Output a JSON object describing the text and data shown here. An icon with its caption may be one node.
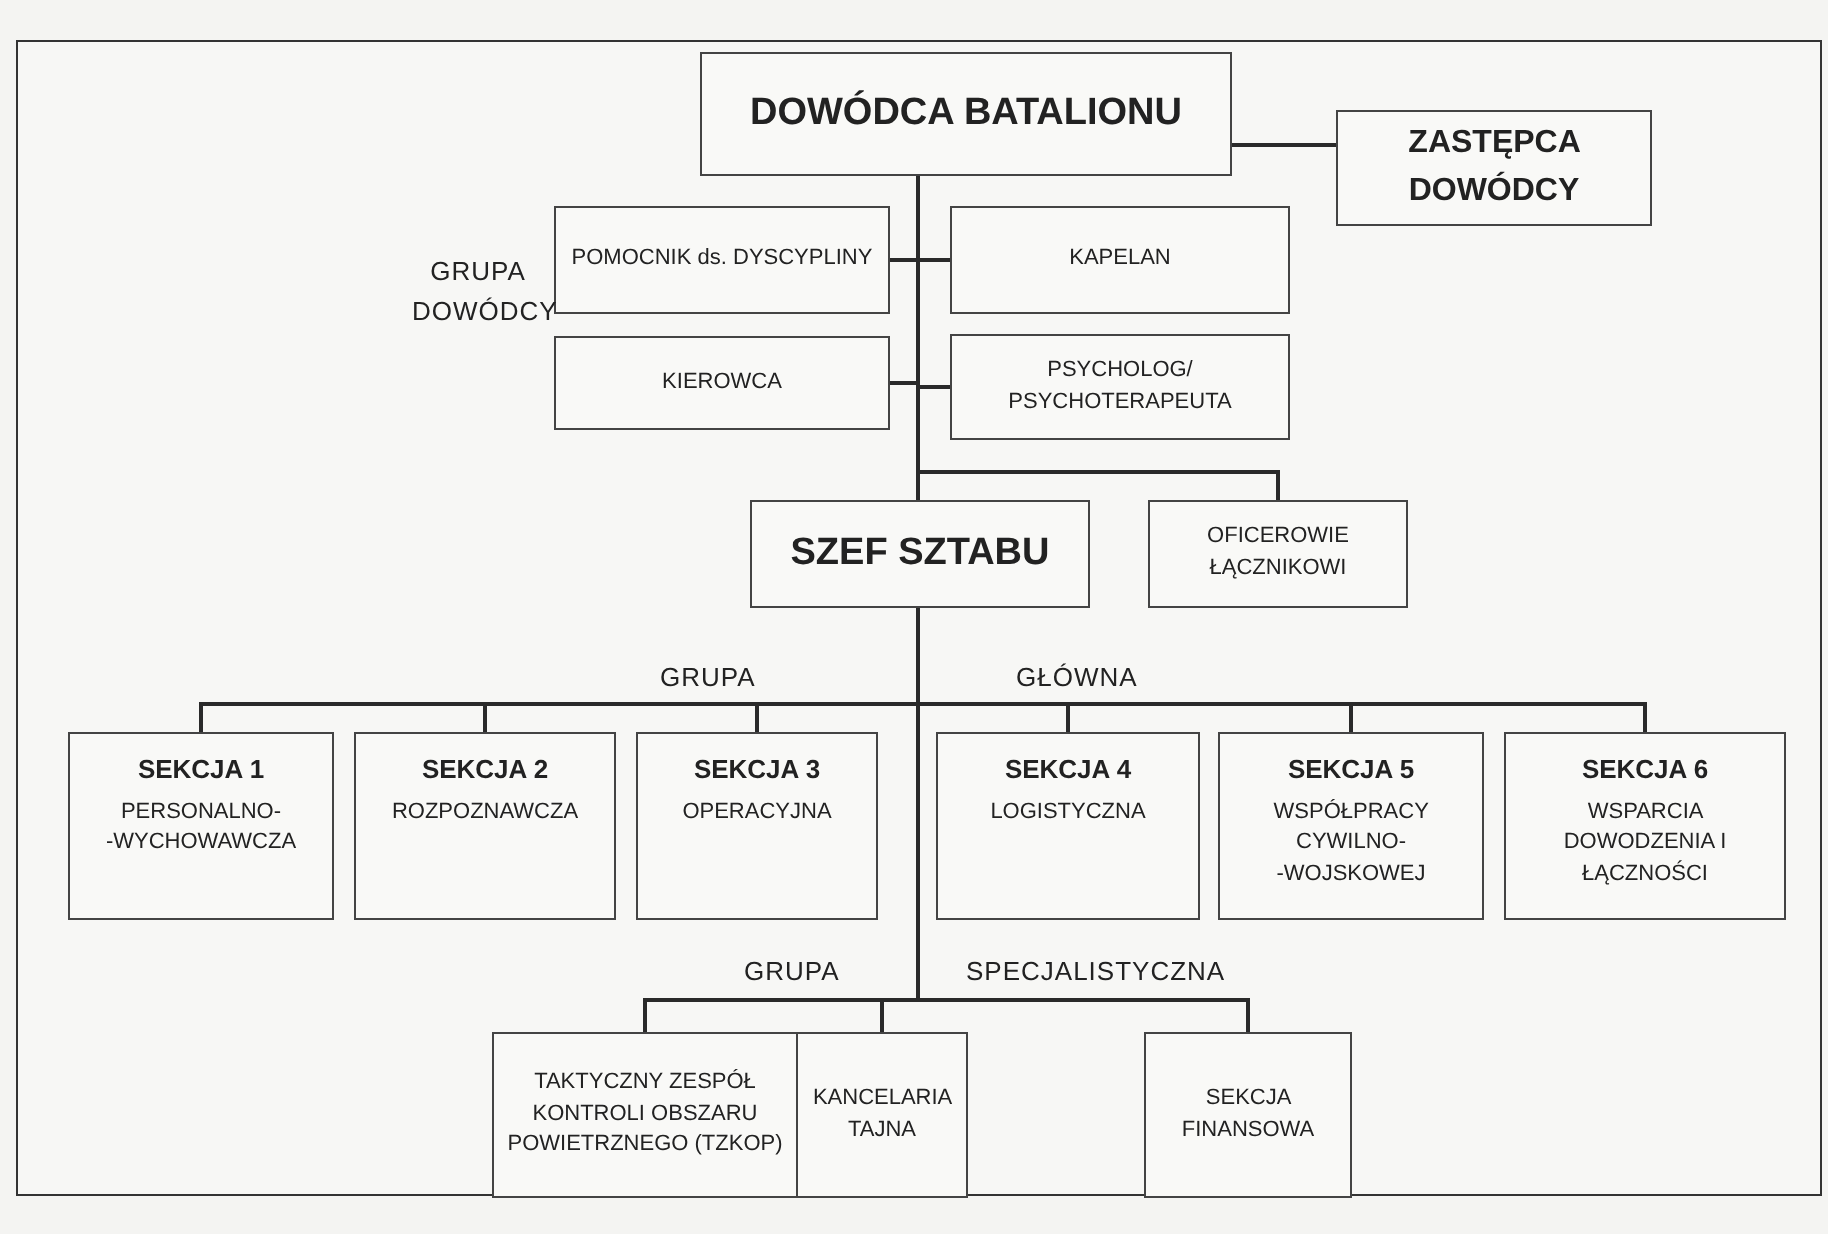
{
  "diagram": {
    "nodes": [
      {
        "text": [
          "DOWÓDCA BATALIONU"
        ]
      },
      {
        "text": [
          "ZASTĘPCA DOWÓDCY"
        ]
      },
      {
        "text": [
          "POMOCNIK ds. DYSCYPLINY"
        ]
      },
      {
        "text": [
          "KAPELAN"
        ]
      },
      {
        "text": [
          "KIEROWCA"
        ]
      },
      {
        "text": [
          "PSYCHOLOG/ PSYCHOTERAPEUTA"
        ]
      },
      {
        "text": [
          "SZEF SZTABU"
        ]
      },
      {
        "text": [
          "OFICEROWIE ŁĄCZNIKOWI"
        ]
      },
      {
        "text": [
          "SEKCJA 1",
          "PERSONALNO- -WYCHOWAWCZA"
        ]
      },
      {
        "text": [
          "SEKCJA 2",
          "ROZPOZNAWCZA"
        ]
      },
      {
        "text": [
          "SEKCJA 3",
          "OPERACYJNA"
        ]
      },
      {
        "text": [
          "SEKCJA 4",
          "LOGISTYCZNA"
        ]
      },
      {
        "text": [
          "SEKCJA 5",
          "WSPÓŁPRACY CYWILNO- -WOJSKOWEJ"
        ]
      },
      {
        "text": [
          "SEKCJA 6",
          "WSPARCIA DOWODZENIA I ŁĄCZNOŚCI"
        ]
      },
      {
        "text": [
          "TAKTYCZNY ZESPÓŁ KONTROLI OBSZARU POWIETRZNEGO (TZKOP)"
        ]
      },
      {
        "text": [
          "KANCELARIA TAJNA"
        ]
      },
      {
        "text": [
          "SEKCJA FINANSOWA"
        ]
      }
    ],
    "edges": [
      {
        "from": 0,
        "to": 1,
        "arrow": "none"
      },
      {
        "from": 0,
        "to": 2,
        "arrow": "none"
      },
      {
        "from": 0,
        "to": 3,
        "arrow": "none"
      },
      {
        "from": 0,
        "to": 4,
        "arrow": "none"
      },
      {
        "from": 0,
        "to": 5,
        "arrow": "none"
      },
      {
        "from": 0,
        "to": 6,
        "arrow": "none"
      },
      {
        "from": 0,
        "to": 7,
        "arrow": "none"
      },
      {
        "from": 6,
        "to": 8,
        "arrow": "none"
      },
      {
        "from": 6,
        "to": 9,
        "arrow": "none"
      },
      {
        "from": 6,
        "to": 10,
        "arrow": "none"
      },
      {
        "from": 6,
        "to": 11,
        "arrow": "none"
      },
      {
        "from": 6,
        "to": 12,
        "arrow": "none"
      },
      {
        "from": 6,
        "to": 13,
        "arrow": "none"
      },
      {
        "from": 6,
        "to": 14,
        "arrow": "none"
      },
      {
        "from": 6,
        "to": 15,
        "arrow": "none"
      },
      {
        "from": 6,
        "to": 16,
        "arrow": "none"
      }
    ],
    "labels": [
      "GRUPA DOWÓDCY",
      "GRUPA",
      "GŁÓWNA",
      "GRUPA",
      "SPECJALISTYCZNA"
    ]
  }
}
